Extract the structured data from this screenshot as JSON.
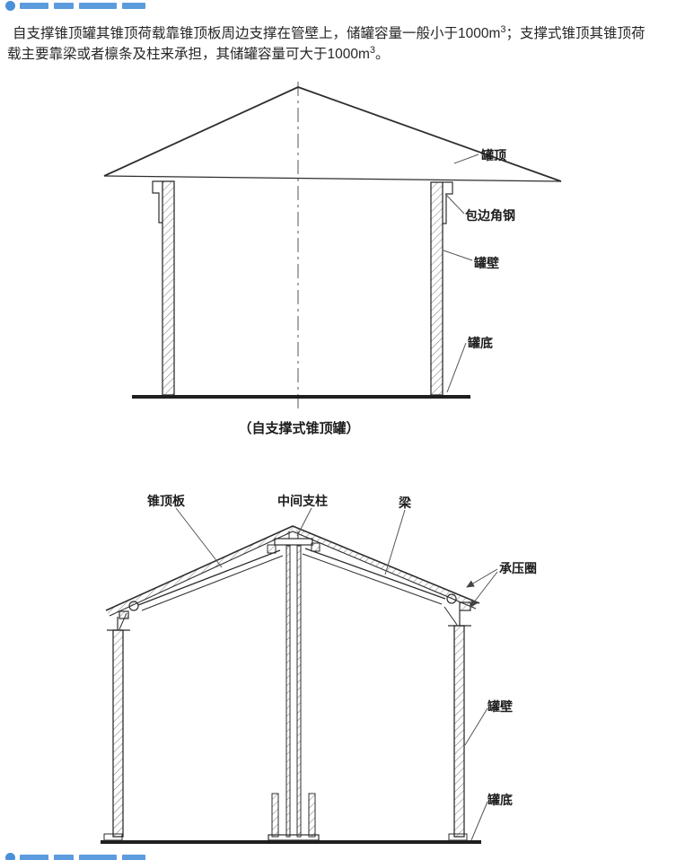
{
  "paragraph": {
    "line1_a": "自支撑锥顶罐其锥顶荷载靠锥顶板周边支撑在管壁上，储罐容量一般小于1000m",
    "line1_sup": "3",
    "line1_b": "；支撑式锥顶其锥顶荷",
    "line2_a": "载主要靠梁或者檩条及柱来承担，其储罐容量可大于1000m",
    "line2_sup": "3",
    "line2_b": "。"
  },
  "diagram1": {
    "caption": "（自支撑式锥顶罐）",
    "labels": {
      "roof": "罐顶",
      "edge_angle": "包边角钢",
      "wall": "罐壁",
      "bottom": "罐底"
    }
  },
  "diagram2": {
    "labels": {
      "cone_roof_plate": "锥顶板",
      "center_column": "中间支柱",
      "beam": "梁",
      "pressure_ring": "承压圈",
      "wall": "罐壁",
      "bottom": "罐底"
    }
  },
  "colors": {
    "line": "#2e2e2e",
    "leader": "#555555",
    "text": "#262626",
    "accent_blue": "#4a90d9"
  }
}
